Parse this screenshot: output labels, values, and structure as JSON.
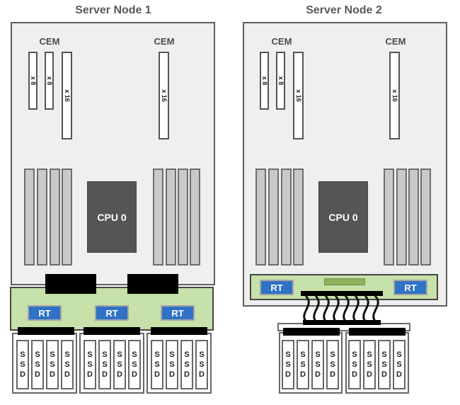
{
  "node1": {
    "title": "Server Node 1",
    "cem_labels": [
      "CEM",
      "CEM"
    ],
    "slot_labels": [
      "x 8",
      "x 8",
      "x 16",
      "x 16"
    ],
    "cpu_label": "CPU 0",
    "rt_labels": [
      "RT",
      "RT",
      "RT"
    ],
    "ssd_bays": [
      {
        "drives": [
          "SSD",
          "SSD",
          "SSD",
          "SSD"
        ]
      },
      {
        "drives": [
          "SSD",
          "SSD",
          "SSD",
          "SSD"
        ]
      },
      {
        "drives": [
          "SSD",
          "SSD",
          "SSD",
          "SSD"
        ]
      }
    ]
  },
  "node2": {
    "title": "Server Node 2",
    "cem_labels": [
      "CEM",
      "CEM"
    ],
    "slot_labels": [
      "x 8",
      "x 8",
      "x 16",
      "x 16"
    ],
    "cpu_label": "CPU 0",
    "rt_labels": [
      "RT",
      "RT"
    ],
    "cable_count": 8,
    "ssd_bays": [
      {
        "drives": [
          "SSD",
          "SSD",
          "SSD",
          "SSD"
        ]
      },
      {
        "drives": [
          "SSD",
          "SSD",
          "SSD",
          "SSD"
        ]
      }
    ]
  },
  "colors": {
    "board": "#efefef",
    "riser_board": "#c6e1a9",
    "retimer": "#2f72c6",
    "cpu": "#555555",
    "connector": "#000000"
  }
}
